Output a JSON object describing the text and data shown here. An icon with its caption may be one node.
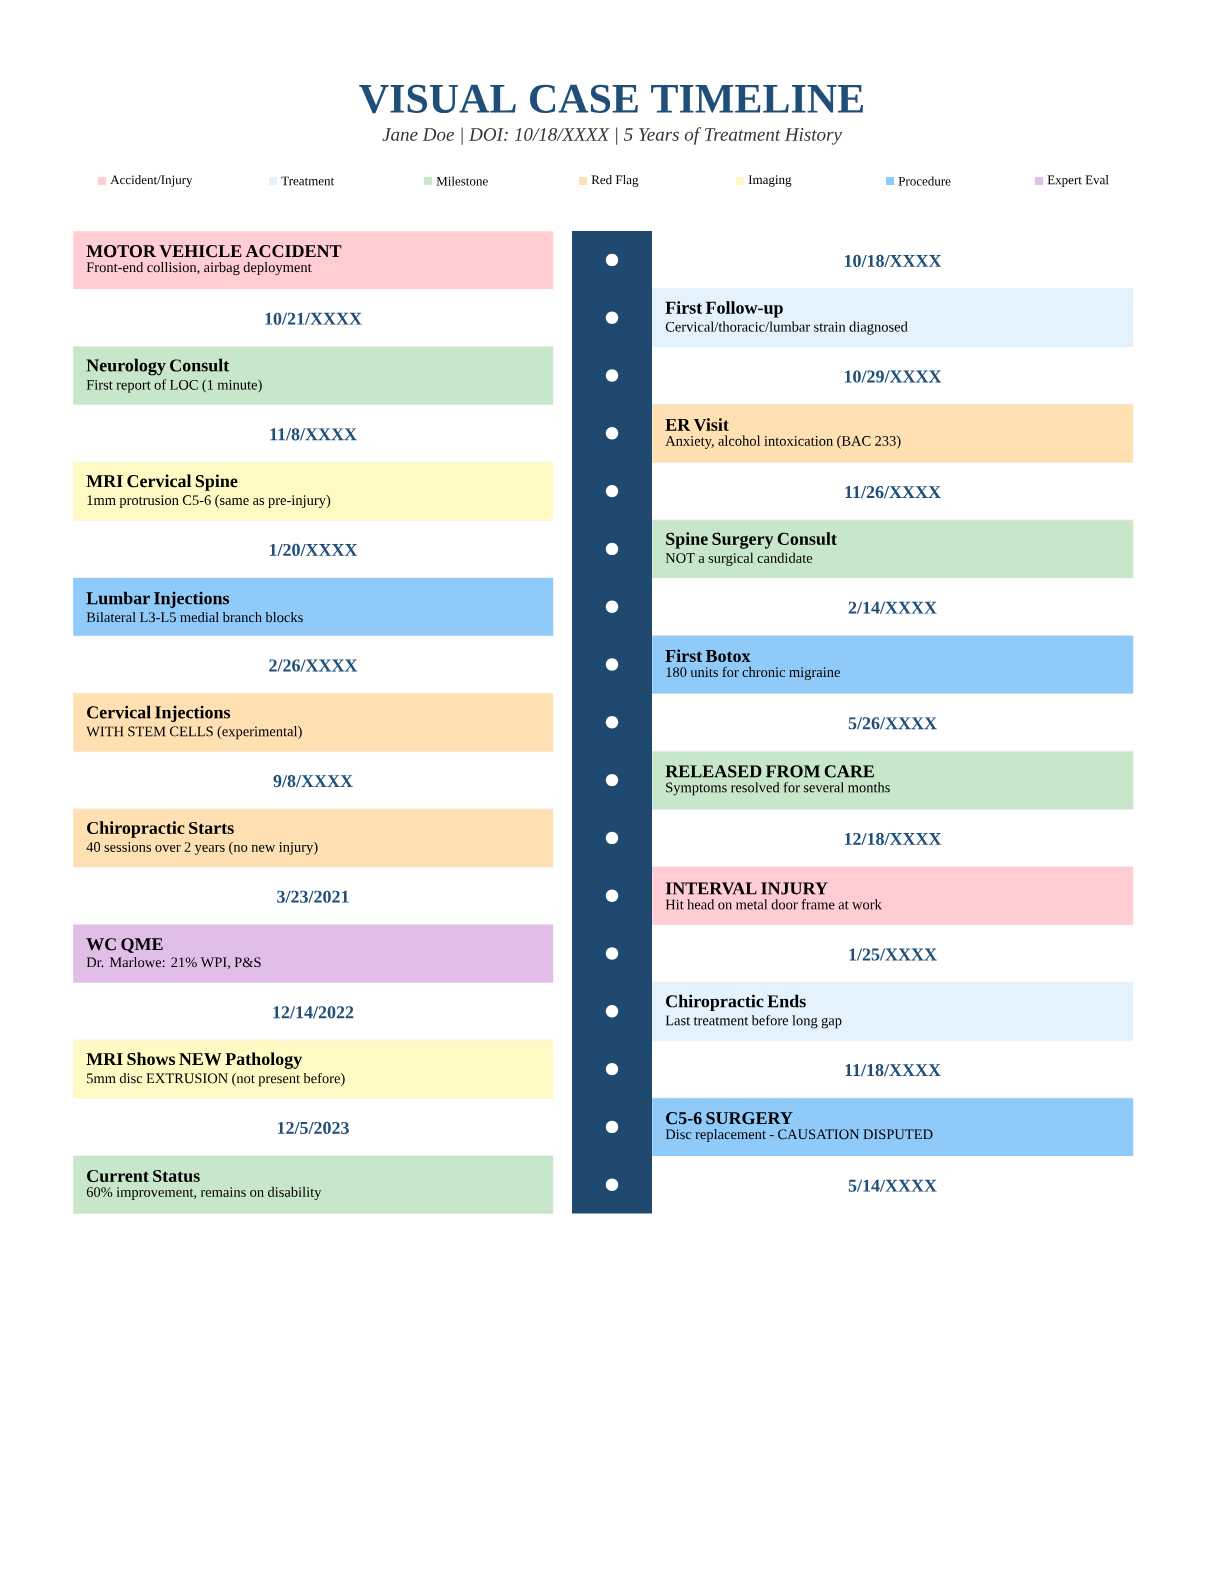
{
  "diagram": {
    "title": "VISUAL CASE TIMELINE",
    "caption": "Jane Doe | DOI: 10/18/XXXX | 5 Years of Treatment History",
    "nodes": [
      {
        "text": [
          "MOTOR VEHICLE ACCIDENT",
          "Front-end collision, airbag deployment"
        ]
      },
      {
        "text": [
          "First Follow-up",
          "Cervical/thoracic/lumbar strain diagnosed"
        ]
      },
      {
        "text": [
          "Neurology Consult",
          "First report of LOC (1 minute)"
        ]
      },
      {
        "text": [
          "ER Visit",
          "Anxiety, alcohol intoxication (BAC 233)"
        ]
      },
      {
        "text": [
          "MRI Cervical Spine",
          "1mm protrusion C5-6 (same as pre-injury)"
        ]
      },
      {
        "text": [
          "Spine Surgery Consult",
          "NOT a surgical candidate"
        ]
      },
      {
        "text": [
          "Lumbar Injections",
          "Bilateral L3-L5 medial branch blocks"
        ]
      },
      {
        "text": [
          "First Botox",
          "180 units for chronic migraine"
        ]
      },
      {
        "text": [
          "Cervical Injections",
          "WITH STEM CELLS (experimental)"
        ]
      },
      {
        "text": [
          "RELEASED FROM CARE",
          "Symptoms resolved for several months"
        ]
      },
      {
        "text": [
          "Chiropractic Starts",
          "40 sessions over 2 years (no new injury)"
        ]
      },
      {
        "text": [
          "INTERVAL INJURY",
          "Hit head on metal door frame at work"
        ]
      },
      {
        "text": [
          "WC QME",
          "Dr. Marlowe: 21% WPI, P&S"
        ]
      },
      {
        "text": [
          "Chiropractic Ends",
          "Last treatment before long gap"
        ]
      },
      {
        "text": [
          "MRI Shows NEW Pathology",
          "5mm disc EXTRUSION (not present before)"
        ]
      },
      {
        "text": [
          "C5-6 SURGERY",
          "Disc replacement - CAUSATION DISPUTED"
        ]
      },
      {
        "text": [
          "Current Status",
          "60% improvement, remains on disability"
        ]
      }
    ],
    "labels": [
      "10/18/XXXX",
      "10/21/XXXX",
      "10/29/XXXX",
      "11/8/XXXX",
      "11/26/XXXX",
      "1/20/XXXX",
      "2/14/XXXX",
      "2/26/XXXX",
      "5/26/XXXX",
      "9/8/XXXX",
      "12/18/XXXX",
      "3/23/2021",
      "1/25/XXXX",
      "12/14/2022",
      "11/18/XXXX",
      "12/5/2023",
      "5/14/XXXX"
    ],
    "legend": [
      {
        "text": "Accident/Injury",
        "color": "#ffcdd2"
      },
      {
        "text": "Treatment",
        "color": "#e3f2fd"
      },
      {
        "text": "Milestone",
        "color": "#c8e6c9"
      },
      {
        "text": "Red Flag",
        "color": "#ffe0b2"
      },
      {
        "text": "Imaging",
        "color": "#fff9c4"
      },
      {
        "text": "Procedure",
        "color": "#90caf9"
      },
      {
        "text": "Expert Eval",
        "color": "#e1bee7"
      }
    ]
  }
}
